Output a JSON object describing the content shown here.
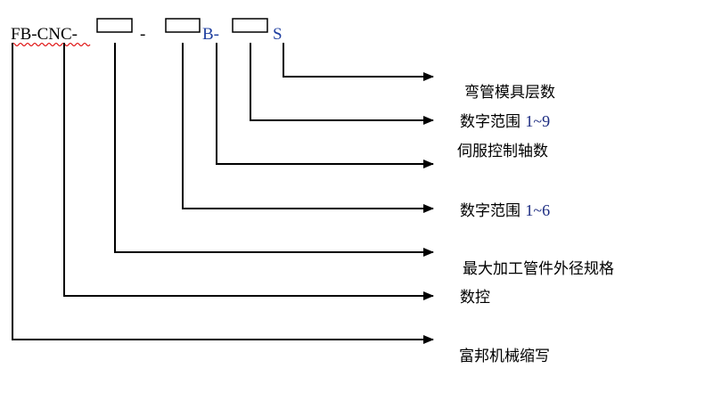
{
  "code": {
    "prefix": "FB-CNC-",
    "sep1": "-",
    "mid": "B-",
    "suffix": "S"
  },
  "labels": [
    {
      "id": "bend-die-layers",
      "text": "弯管模具层数",
      "num": ""
    },
    {
      "id": "digit-range-9",
      "text": "数字范围 ",
      "num": "1~9"
    },
    {
      "id": "servo-axes",
      "text": "伺服控制轴数",
      "num": ""
    },
    {
      "id": "digit-range-6",
      "text": "数字范围 ",
      "num": "1~6"
    },
    {
      "id": "max-pipe-od",
      "text": "最大加工管件外径规格",
      "num": ""
    },
    {
      "id": "cnc",
      "text": "数控",
      "num": ""
    },
    {
      "id": "fubang-abbr",
      "text": "富邦机械缩写",
      "num": ""
    }
  ],
  "colors": {
    "line": "#000000",
    "spellcheck_underline": "#e01818"
  }
}
